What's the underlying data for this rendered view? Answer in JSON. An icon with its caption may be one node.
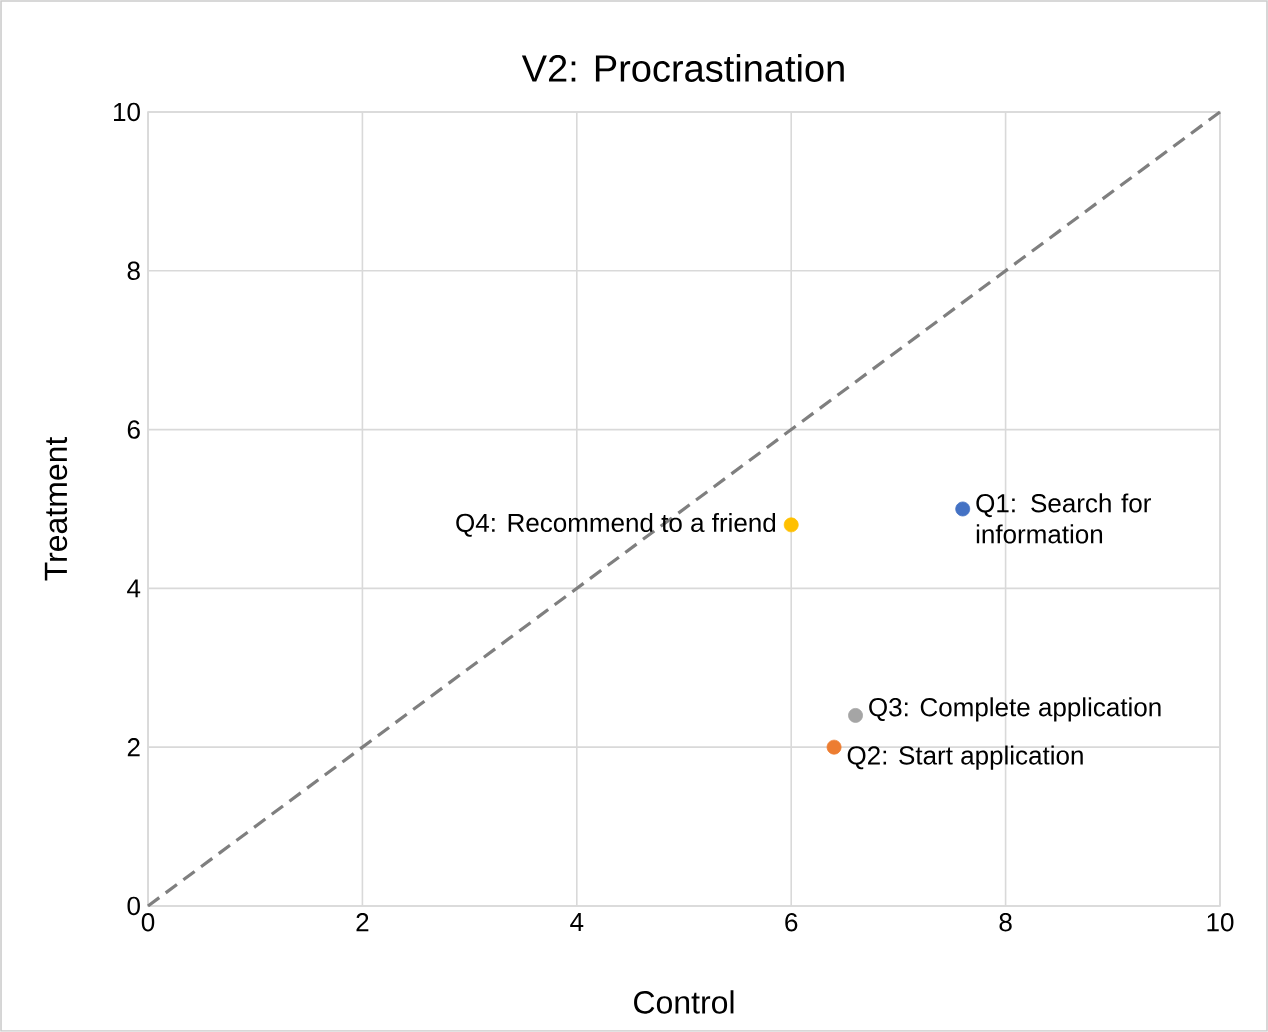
{
  "diagram": {
    "chart_data": {
      "type": "scatter",
      "title": "V2: Procrastination",
      "xlabel": "Control",
      "ylabel": "Treatment",
      "series": [
        {
          "name": "Q1: Search for information",
          "color": "#4472c4",
          "x": [
            7.6
          ],
          "values": [
            5.0
          ]
        },
        {
          "name": "Q2: Start application",
          "color": "#ed7d31",
          "x": [
            6.4
          ],
          "values": [
            2.0
          ]
        },
        {
          "name": "Q3: Complete application",
          "color": "#a5a5a5",
          "x": [
            6.6
          ],
          "values": [
            2.4
          ]
        },
        {
          "name": "Q4: Recommend to a friend",
          "color": "#ffc000",
          "x": [
            6.0
          ],
          "values": [
            4.8
          ]
        },
        {
          "type": "line",
          "line_style": "dashed",
          "color": "#7f7f7f",
          "x": [
            0,
            10
          ],
          "values": [
            0,
            10
          ]
        }
      ],
      "xlim": [
        0,
        10
      ],
      "ylim": [
        0,
        10
      ],
      "xticks": [
        0,
        2,
        4,
        6,
        8,
        10
      ],
      "yticks": [
        0,
        2,
        4,
        6,
        8,
        10
      ],
      "grid": true
    }
  }
}
